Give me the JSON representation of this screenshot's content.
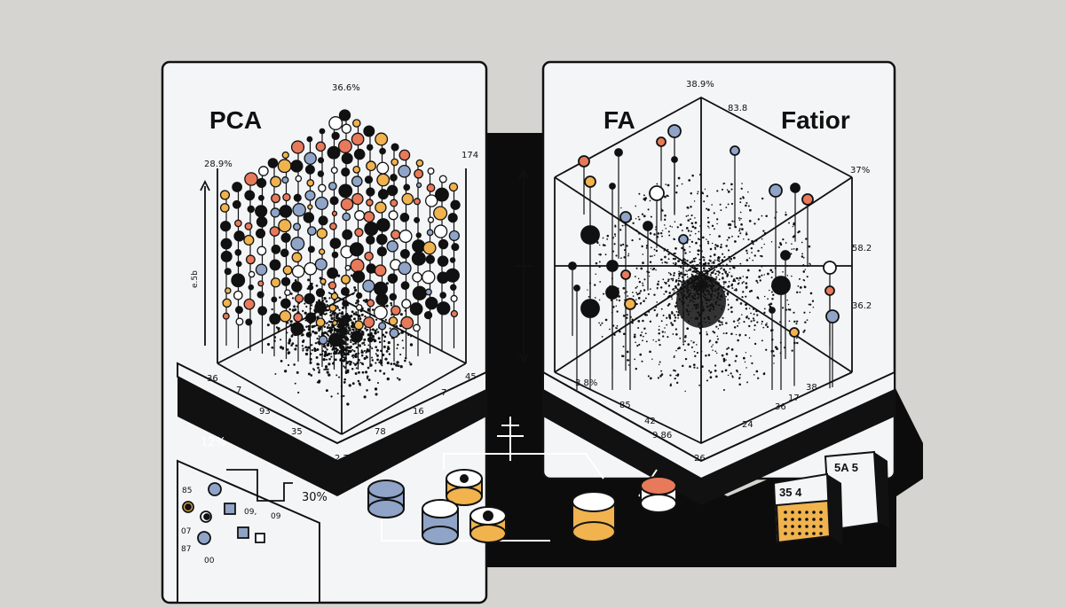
{
  "colors": {
    "background": "#d6d4d1",
    "panel": "#f4f5f7",
    "ink": "#111111",
    "orange": "#f0b34e",
    "blue": "#8fa4c7",
    "coral": "#e77a5a",
    "white": "#ffffff"
  },
  "pca_panel": {
    "title": "PCA",
    "top_label": "36.6%",
    "left_label": "28.9%",
    "right_label": "174",
    "side_label": "e.5b",
    "bottom_labels": [
      "36",
      "7",
      "93",
      "35",
      "7",
      "16",
      "78",
      "45",
      "2.7%"
    ],
    "legend_labels": [
      "12%",
      "30%",
      "85",
      "07",
      "87",
      "00",
      "09",
      "09,"
    ]
  },
  "fa_panel": {
    "title_left": "FA",
    "title_right": "Fatior",
    "top_label": "38.9%",
    "top_label_2": "83.8",
    "right_labels": [
      "37%",
      "58.2",
      "36.2"
    ],
    "bottom_labels": [
      "3.8%",
      "85",
      "42",
      "9.86",
      "24",
      "17",
      "36",
      "38",
      "26"
    ]
  },
  "cube_labels": [
    "5A 5",
    "35 4"
  ]
}
